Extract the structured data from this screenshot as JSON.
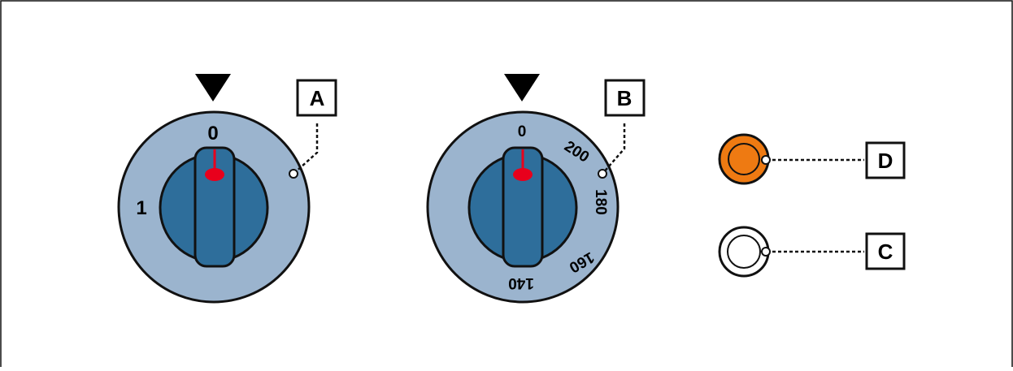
{
  "colors": {
    "dial_face": "#9bb4ce",
    "knob": "#2e6e9b",
    "pointer": "#e8001c",
    "lamp_on": "#ee7a12",
    "lamp_off": "#ffffff",
    "outline": "#111111"
  },
  "dial_a": {
    "callout": "A",
    "markings": [
      {
        "label": "0"
      },
      {
        "label": "1"
      }
    ]
  },
  "dial_b": {
    "callout": "B",
    "markings": [
      {
        "label": "0"
      },
      {
        "label": "200"
      },
      {
        "label": "180"
      },
      {
        "label": "160"
      },
      {
        "label": "140"
      }
    ]
  },
  "lamp_d": {
    "callout": "D",
    "state": "on"
  },
  "lamp_c": {
    "callout": "C",
    "state": "off"
  }
}
